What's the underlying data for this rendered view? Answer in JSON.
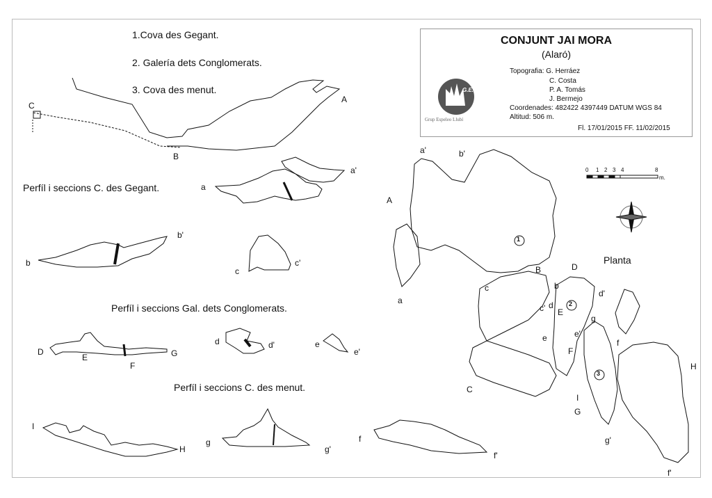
{
  "legend": {
    "item1": "1.Cova des Gegant.",
    "item2": "2. Galería dets Conglomerats.",
    "item3": "3. Cova des menut."
  },
  "sections": {
    "gegant": "Perfíl i seccions C. des Gegant.",
    "conglomerats": "Perfíl i seccions Gal. dets Conglomerats.",
    "menut": "Perfíl i seccions C. des menut."
  },
  "title_block": {
    "title": "CONJUNT JAI MORA",
    "subtitle": "(Alaró)",
    "topo_label": "Topografia: G. Herráez",
    "author2": "C. Costa",
    "author3": "P. A. Tomás",
    "author4": "J. Bermejo",
    "coords": "Coordenades: 482422 4397449 DATUM WGS 84",
    "altitude": "Altitud: 506 m.",
    "dates": "Fl. 17/01/2015 FF. 11/02/2015",
    "logo_text": "G.E.L.L.",
    "logo_ring": "Grup Espeleo Llubí"
  },
  "scale": {
    "ticks": [
      "0",
      "1",
      "2",
      "3",
      "4",
      "8"
    ],
    "unit": "m."
  },
  "plan_label": "Planta",
  "profile_labels": {
    "A": "A",
    "B": "B",
    "C": "C",
    "a": "a",
    "a_prime": "a'",
    "b": "b",
    "b_prime": "b'",
    "c": "c",
    "c_prime": "c'",
    "D": "D",
    "E": "E",
    "F": "F",
    "G": "G",
    "d": "d",
    "d_prime": "d'",
    "e": "e",
    "e_prime": "e'",
    "I": "I",
    "H": "H",
    "g": "g",
    "g_prime": "g'",
    "f": "f",
    "f_prime": "f'"
  },
  "plan_labels": {
    "a_prime": "a'",
    "b_prime": "b'",
    "A": "A",
    "a": "a",
    "c": "c",
    "B": "B",
    "C": "C",
    "D": "D",
    "b": "b",
    "d": "d",
    "d_prime": "d'",
    "c_prime": "c'",
    "E": "E",
    "e": "e",
    "e_prime": "e'",
    "F": "F",
    "g": "g",
    "f": "f",
    "H": "H",
    "G": "G",
    "I": "I",
    "g_prime": "g'",
    "f_prime": "f'",
    "n1": "1",
    "n2": "2",
    "n3": "3"
  }
}
